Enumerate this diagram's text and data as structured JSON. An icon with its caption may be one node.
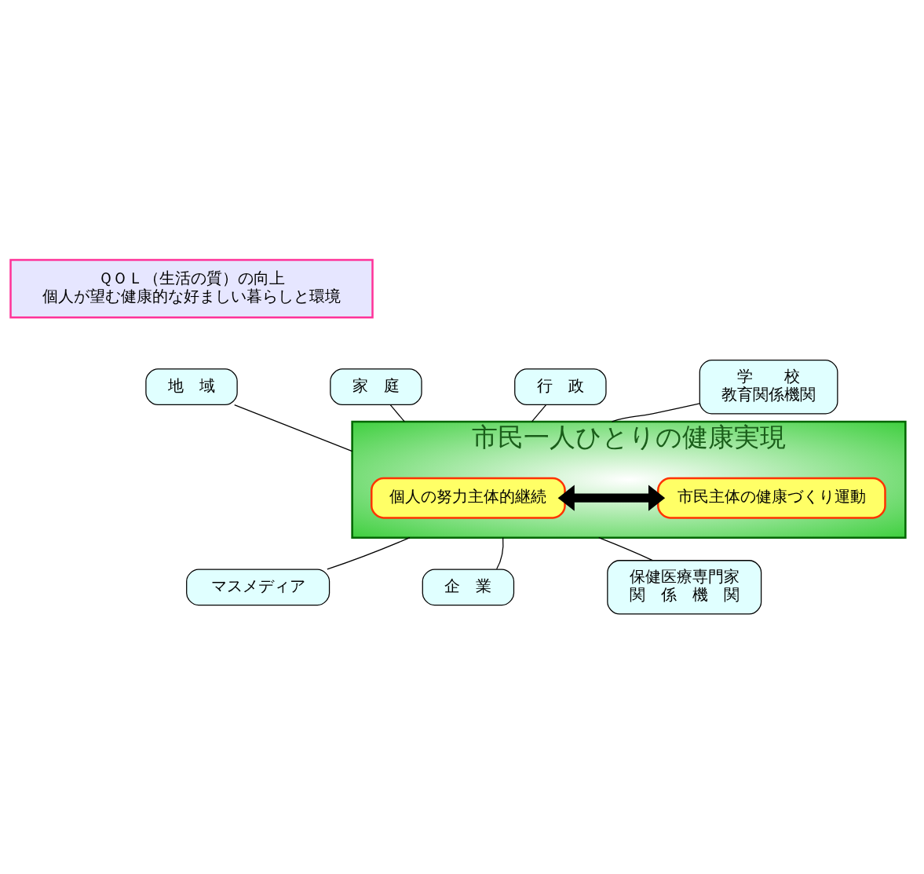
{
  "diagram": {
    "nodes": [
      {
        "text": [
          "ＱＯＬ（生活の質）の向上",
          "個人が望む健康的な好ましい暮らしと環境"
        ]
      },
      {
        "text": [
          "市民一人ひとりの健康実現"
        ]
      },
      {
        "text": [
          "個人の努力主体的継続"
        ],
        "in": 1
      },
      {
        "text": [
          "市民主体の健康づくり運動"
        ],
        "in": 1
      },
      {
        "text": [
          "家　庭"
        ]
      },
      {
        "text": [
          "地　域"
        ]
      },
      {
        "text": [
          "行　政"
        ]
      },
      {
        "text": [
          "学　　校",
          "教育関係機関"
        ]
      },
      {
        "text": [
          "マスメディア"
        ]
      },
      {
        "text": [
          "企　業"
        ]
      },
      {
        "text": [
          "保健医療専門家",
          "関　係　機　関"
        ]
      }
    ],
    "edges": [
      {
        "from": 2,
        "to": 3,
        "arrow": "both",
        "style": "thick"
      },
      {
        "from": 4,
        "to": 1,
        "arrow": "none"
      },
      {
        "from": 5,
        "to": 1,
        "arrow": "none"
      },
      {
        "from": 6,
        "to": 1,
        "arrow": "none"
      },
      {
        "from": 7,
        "to": 1,
        "arrow": "none"
      },
      {
        "from": 8,
        "to": 1,
        "arrow": "none"
      },
      {
        "from": 9,
        "to": 1,
        "arrow": "none"
      },
      {
        "from": 10,
        "to": 1,
        "arrow": "none"
      }
    ]
  }
}
